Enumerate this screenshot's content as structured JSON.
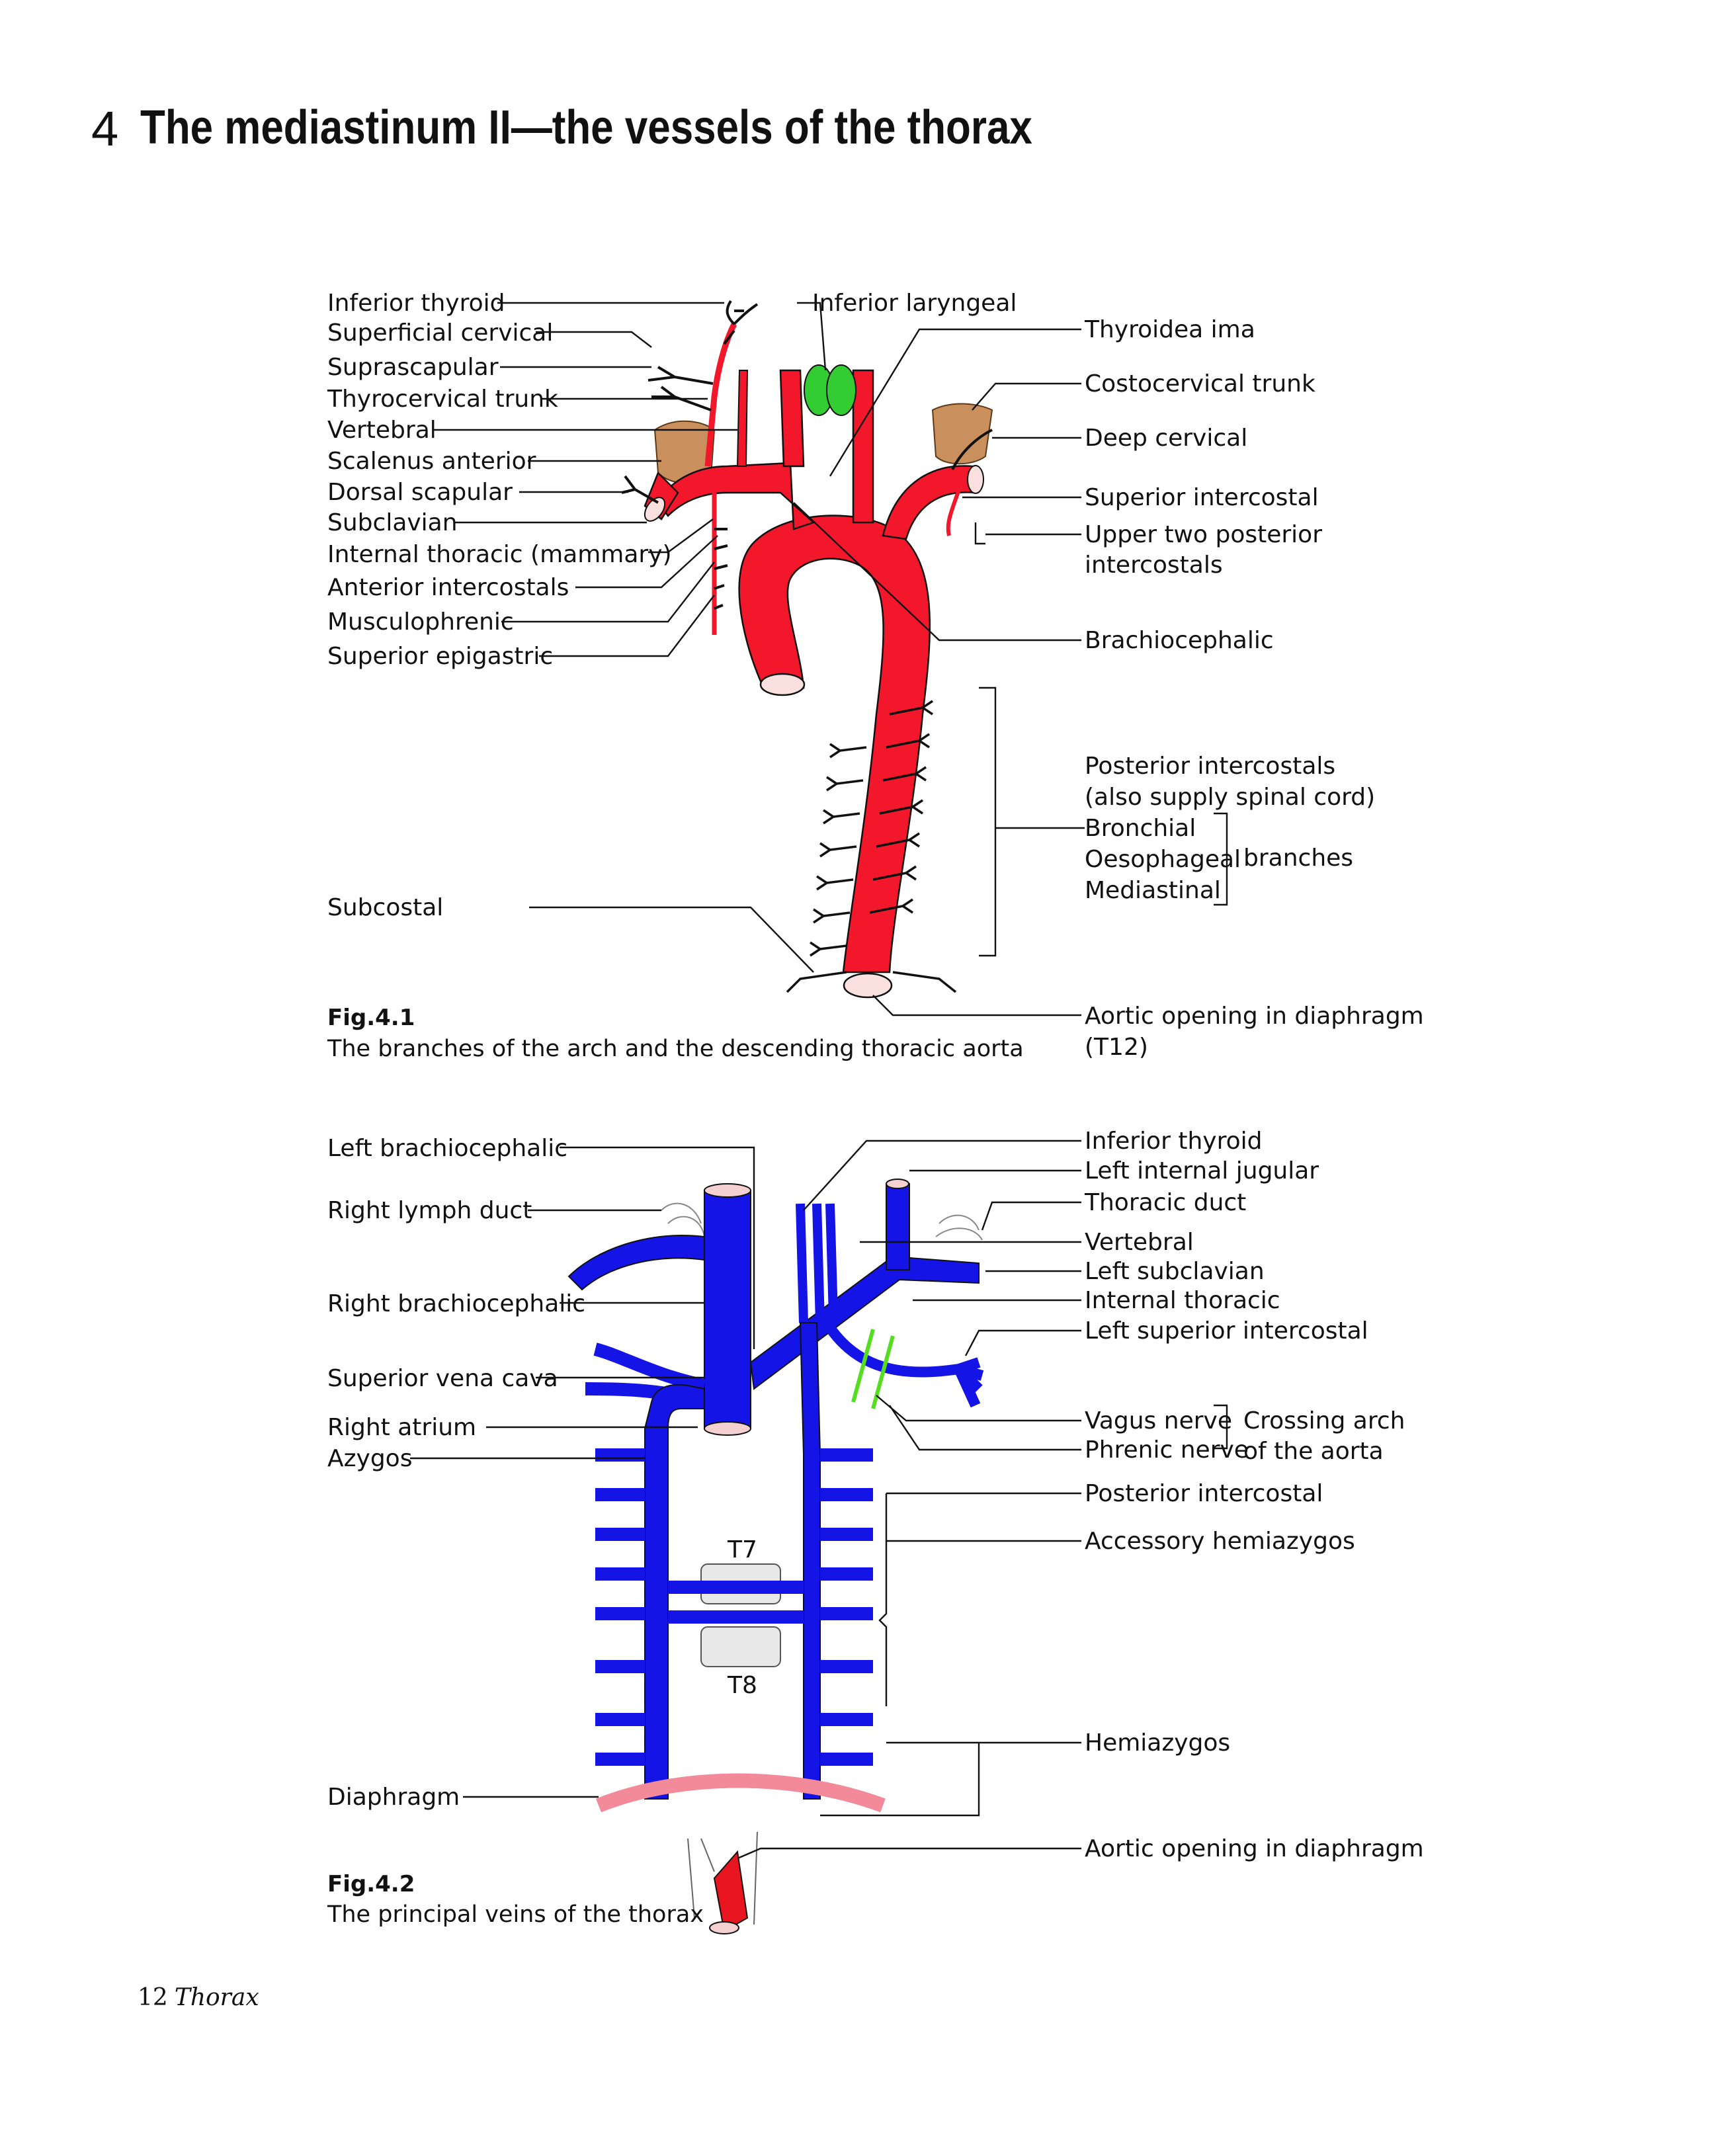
{
  "chapter": {
    "number": "4",
    "title": "The mediastinum II—the vessels of the thorax"
  },
  "fig1": {
    "number": "Fig.4.1",
    "caption": "The branches of the arch and the descending thoracic aorta",
    "labels_left": [
      "Inferior thyroid",
      "Superficial cervical",
      "Suprascapular",
      "Thyrocervical trunk",
      "Vertebral",
      "Scalenus anterior",
      "Dorsal scapular",
      "Subclavian",
      "Internal thoracic (mammary)",
      "Anterior intercostals",
      "Musculophrenic",
      "Superior epigastric",
      "Subcostal"
    ],
    "label_top": "Inferior laryngeal",
    "labels_right": [
      "Thyroidea ima",
      "Costocervical trunk",
      "Deep cervical",
      "Superior intercostal",
      "Upper two posterior",
      "intercostals",
      "Brachiocephalic",
      "Posterior intercostals",
      "(also supply spinal cord)",
      "Bronchial",
      "Oesophageal",
      "Mediastinal",
      "branches",
      "Aortic opening in diaphragm",
      "(T12)"
    ]
  },
  "fig2": {
    "number": "Fig.4.2",
    "caption": "The principal veins of the thorax",
    "labels_left": [
      "Left brachiocephalic",
      "Right lymph duct",
      "Right brachiocephalic",
      "Superior vena cava",
      "Right atrium",
      "Azygos",
      "Diaphragm"
    ],
    "labels_right": [
      "Inferior thyroid",
      "Left internal jugular",
      "Thoracic duct",
      "Vertebral",
      "Left subclavian",
      "Internal thoracic",
      "Left superior intercostal",
      "Vagus nerve",
      "Phrenic nerve",
      "Crossing arch",
      "of the aorta",
      "Posterior intercostal",
      "Accessory hemiazygos",
      "Hemiazygos",
      "Aortic opening in diaphragm"
    ],
    "vertebrae": [
      "T7",
      "T8"
    ]
  },
  "footer": {
    "page": "12",
    "section": "Thorax"
  },
  "colors": {
    "artery": "#f2172a",
    "vein": "#1414e6",
    "muscle": "#c98f5c",
    "gland": "#33cc33",
    "diaphragm": "#f28a9a",
    "nerve": "#55dd22"
  }
}
